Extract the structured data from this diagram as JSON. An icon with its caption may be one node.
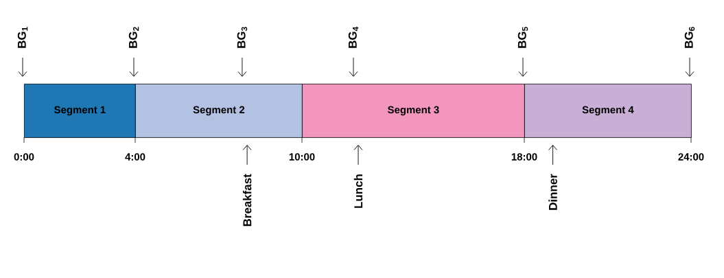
{
  "diagram": {
    "nodes": [
      {
        "text": [
          "Segment 1"
        ]
      },
      {
        "text": [
          "Segment 2"
        ]
      },
      {
        "text": [
          "Segment 3"
        ]
      },
      {
        "text": [
          "Segment 4"
        ]
      },
      {
        "text": [
          "BG$_{1}$"
        ]
      },
      {
        "text": [
          "BG$_{2}$"
        ]
      },
      {
        "text": [
          "BG$_{3}$"
        ]
      },
      {
        "text": [
          "BG$_{4}$"
        ]
      },
      {
        "text": [
          "BG$_{5}$"
        ]
      },
      {
        "text": [
          "BG$_{6}$"
        ]
      },
      {
        "text": [
          "Breakfast"
        ]
      },
      {
        "text": [
          "Lunch"
        ]
      },
      {
        "text": [
          "Dinner"
        ]
      }
    ],
    "edges": [
      {
        "from": 4,
        "to": 0,
        "arrow": "to"
      },
      {
        "from": 5,
        "to": 0,
        "arrow": "to"
      },
      {
        "from": 6,
        "to": 1,
        "arrow": "to"
      },
      {
        "from": 7,
        "to": 2,
        "arrow": "to"
      },
      {
        "from": 8,
        "to": 3,
        "arrow": "to"
      },
      {
        "from": 9,
        "to": 3,
        "arrow": "to"
      },
      {
        "from": 10,
        "to": 1,
        "arrow": "to"
      },
      {
        "from": 11,
        "to": 2,
        "arrow": "to"
      },
      {
        "from": 12,
        "to": 3,
        "arrow": "to"
      }
    ],
    "labels": [
      "0:00",
      "4:00",
      "10:00",
      "18:00",
      "24:00"
    ]
  }
}
